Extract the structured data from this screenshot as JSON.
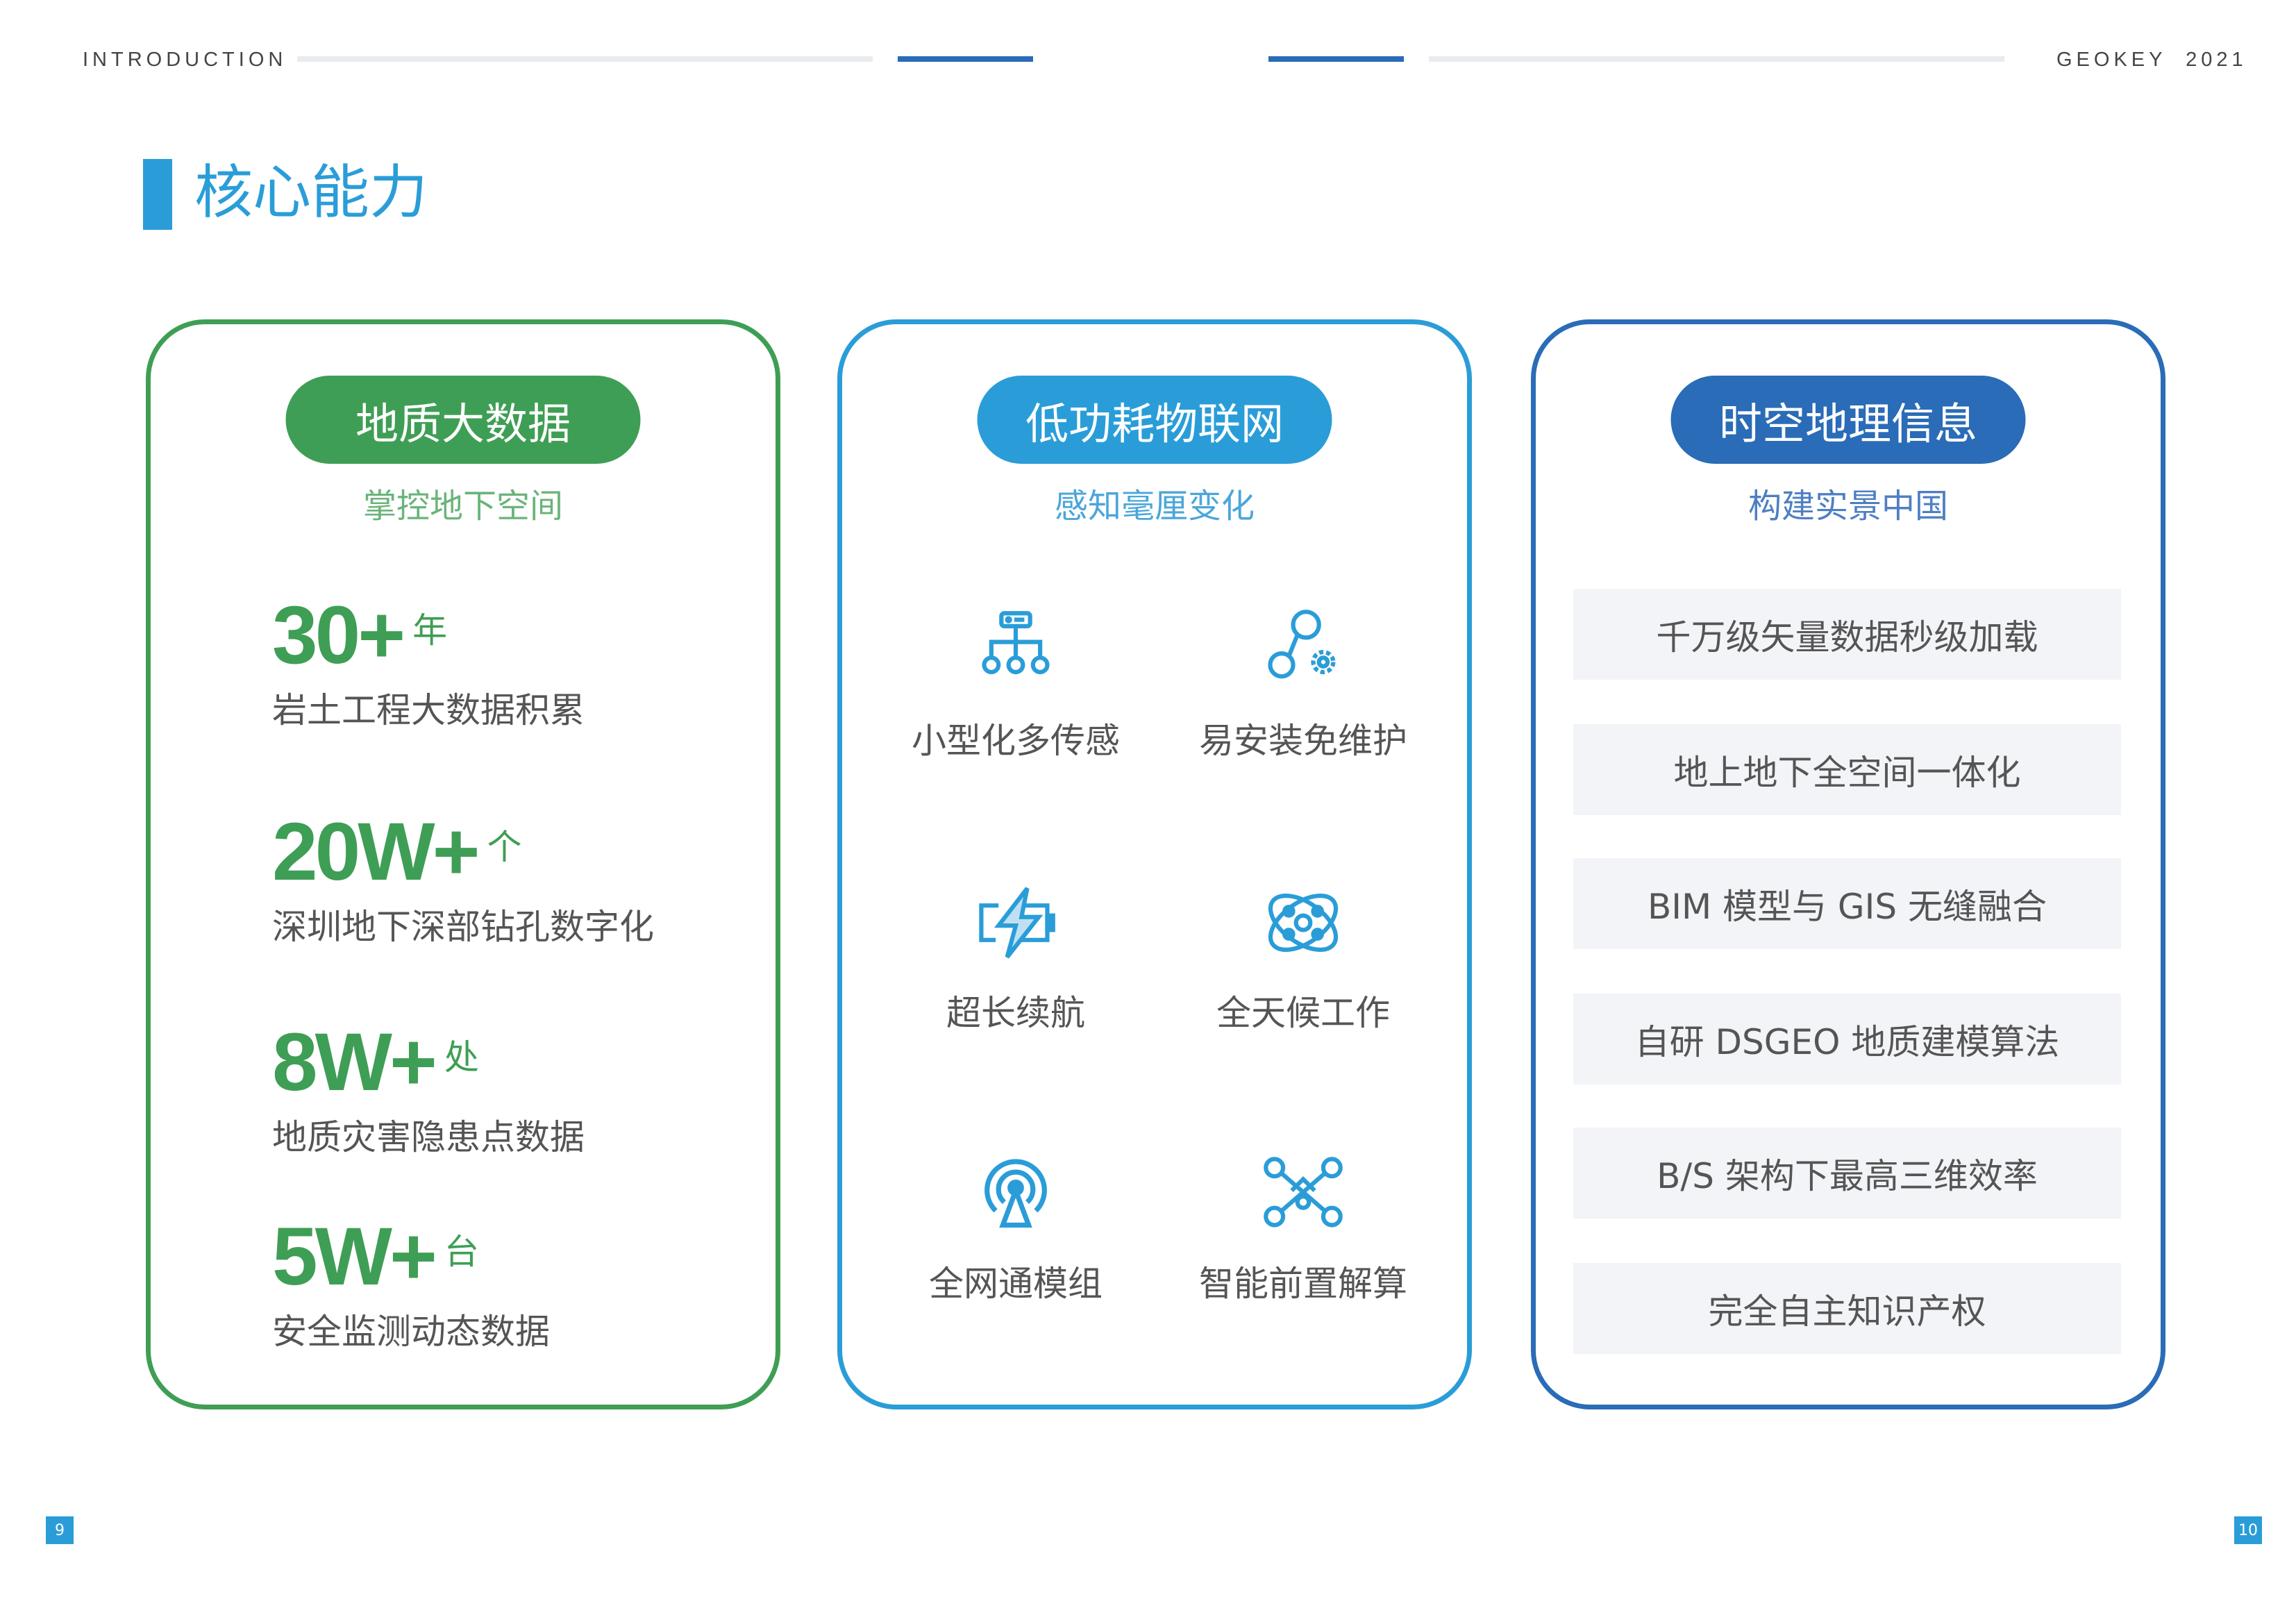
{
  "header": {
    "left": "INTRODUCTION",
    "right": "GEOKEY  2021"
  },
  "title": "核心能力",
  "colors": {
    "green": "#3f9e55",
    "blue": "#2a9dd8",
    "dark_blue": "#2a6cb7"
  },
  "cards": [
    {
      "title": "地质大数据",
      "subtitle": "掌控地下空间",
      "stats": [
        {
          "value": "30+",
          "unit": "年",
          "desc": "岩土工程大数据积累"
        },
        {
          "value": "20W+",
          "unit": "个",
          "desc": "深圳地下深部钻孔数字化"
        },
        {
          "value": "8W+",
          "unit": "处",
          "desc": "地质灾害隐患点数据"
        },
        {
          "value": "5W+",
          "unit": "台",
          "desc": "安全监测动态数据"
        }
      ]
    },
    {
      "title": "低功耗物联网",
      "subtitle": "感知毫厘变化",
      "features": [
        {
          "label": "小型化多传感",
          "icon": "sensor-network-icon"
        },
        {
          "label": "易安装免维护",
          "icon": "maintenance-gear-icon"
        },
        {
          "label": "超长续航",
          "icon": "battery-lightning-icon"
        },
        {
          "label": "全天候工作",
          "icon": "atom-icon"
        },
        {
          "label": "全网通模组",
          "icon": "signal-tower-icon"
        },
        {
          "label": "智能前置解算",
          "icon": "node-network-icon"
        }
      ]
    },
    {
      "title": "时空地理信息",
      "subtitle": "构建实景中国",
      "items": [
        "千万级矢量数据秒级加载",
        "地上地下全空间一体化",
        "BIM 模型与 GIS 无缝融合",
        "自研 DSGEO 地质建模算法",
        "B/S 架构下最高三维效率",
        "完全自主知识产权"
      ]
    }
  ],
  "pages": {
    "left": "9",
    "right": "10"
  }
}
